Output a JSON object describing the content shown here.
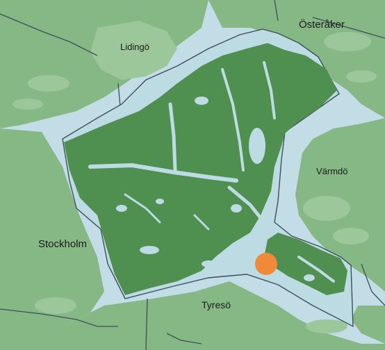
{
  "map": {
    "colors": {
      "water": "#c2dde6",
      "land": "#86b886",
      "land_light": "#9bc79b",
      "park_fill": "#4f8f4f",
      "park_zone": "#bcdbe3",
      "border": "#3e4e58",
      "marker": "#f08a3a"
    },
    "labels": {
      "osteraker": "Österåker",
      "lidingo": "Lidingö",
      "varmdo": "Värmdö",
      "stockholm": "Stockholm",
      "tyreso": "Tyresö"
    },
    "marker_icon": "location-dot-icon"
  }
}
